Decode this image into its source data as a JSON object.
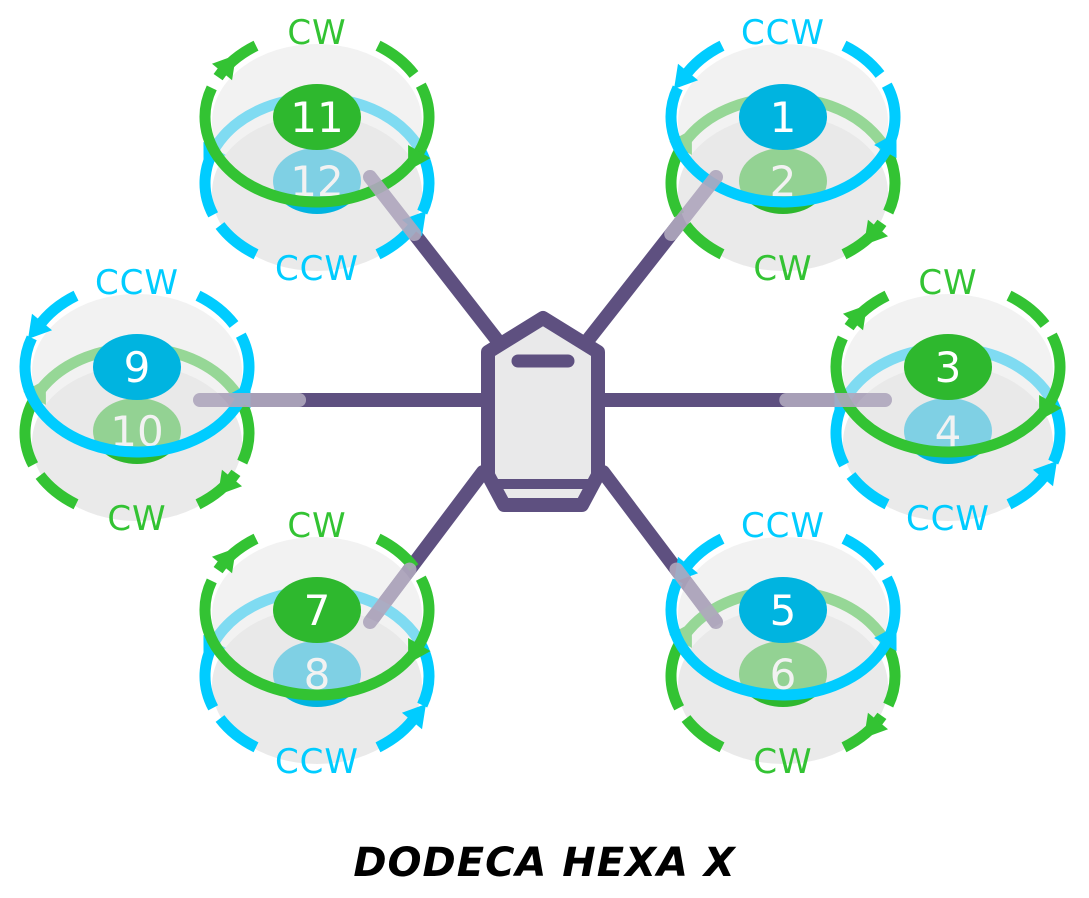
{
  "title": "DODECA HEXA X",
  "colors": {
    "cw": "#33c333",
    "ccw": "#00ccff",
    "cw_badge": "#2eb82e",
    "ccw_badge": "#00b4e0",
    "frame": "#5e5080",
    "prop_disc": "#e8e8e8",
    "body_fill": "#e9e9ea"
  },
  "motors": [
    {
      "id": "11-12",
      "position": "front-left",
      "top": {
        "number": "11",
        "direction": "CW"
      },
      "bottom": {
        "number": "12",
        "direction": "CCW"
      }
    },
    {
      "id": "1-2",
      "position": "front-right",
      "top": {
        "number": "1",
        "direction": "CCW"
      },
      "bottom": {
        "number": "2",
        "direction": "CW"
      }
    },
    {
      "id": "9-10",
      "position": "left",
      "top": {
        "number": "9",
        "direction": "CCW"
      },
      "bottom": {
        "number": "10",
        "direction": "CW"
      }
    },
    {
      "id": "3-4",
      "position": "right",
      "top": {
        "number": "3",
        "direction": "CW"
      },
      "bottom": {
        "number": "4",
        "direction": "CCW"
      }
    },
    {
      "id": "7-8",
      "position": "rear-left",
      "top": {
        "number": "7",
        "direction": "CW"
      },
      "bottom": {
        "number": "8",
        "direction": "CCW"
      }
    },
    {
      "id": "5-6",
      "position": "rear-right",
      "top": {
        "number": "5",
        "direction": "CCW"
      },
      "bottom": {
        "number": "6",
        "direction": "CW"
      }
    }
  ]
}
